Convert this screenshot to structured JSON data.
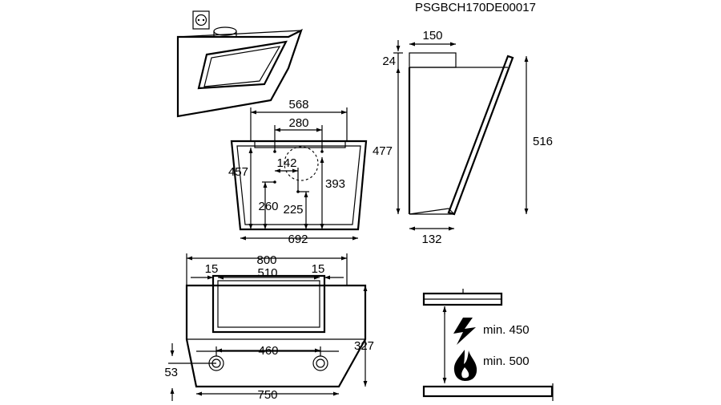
{
  "product_code": "PSGBCH170DE00017",
  "side_view": {
    "top_width": "150",
    "top_height": "24",
    "front_height": "477",
    "back_height": "516",
    "bottom_depth": "132"
  },
  "mounting_view": {
    "outer_width": "568",
    "inner_width": "280",
    "hole_offset": "142",
    "left_height": "457",
    "right_height": "393",
    "lower_left": "260",
    "lower_mid": "225",
    "base_width": "692"
  },
  "front_view": {
    "total_width": "800",
    "left_margin": "15",
    "center_width": "510",
    "right_margin": "15",
    "total_height": "327",
    "pipe_spacing": "460",
    "bottom_height": "53",
    "base_width": "750"
  },
  "clearance": {
    "electric_label": "min. 450",
    "gas_label": "min. 500",
    "electric_icon": "lightning-icon",
    "gas_icon": "flame-icon"
  },
  "iso_view": {
    "socket_icon": "power-socket-icon"
  }
}
